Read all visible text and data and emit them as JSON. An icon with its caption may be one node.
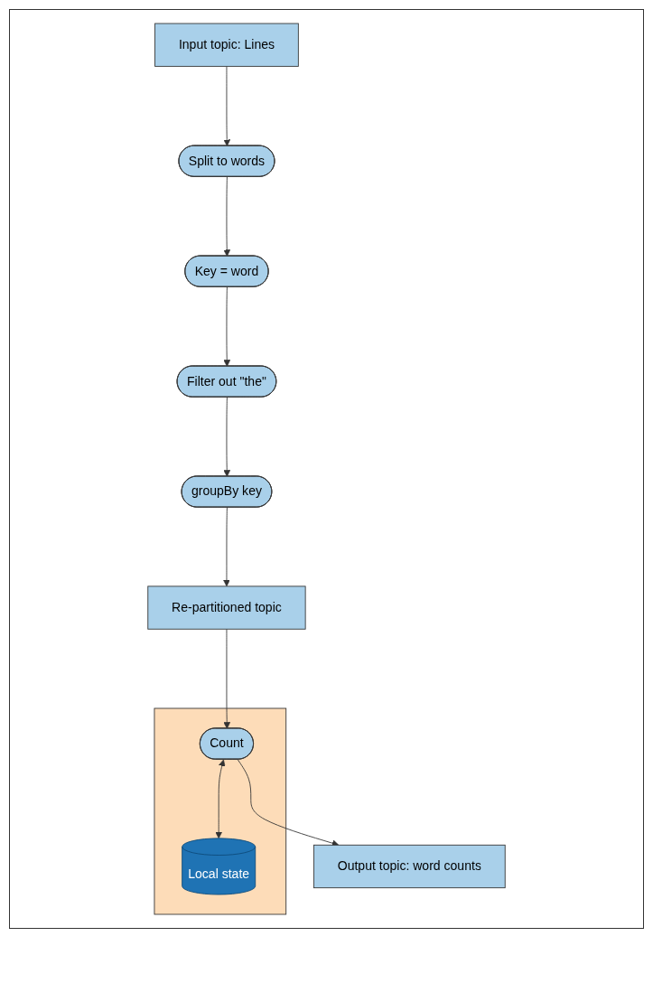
{
  "diagram": {
    "nodes": [
      {
        "text": [
          "Input topic: Lines"
        ]
      },
      {
        "text": [
          "Split to words"
        ]
      },
      {
        "text": [
          "Key = word"
        ]
      },
      {
        "text": [
          "Filter out \"the\""
        ]
      },
      {
        "text": [
          "groupBy key"
        ]
      },
      {
        "text": [
          "Re-partitioned topic"
        ]
      },
      {
        "text": [],
        "shape": "box"
      },
      {
        "text": [
          "Local state"
        ],
        "in": 6
      },
      {
        "text": [
          "Count"
        ],
        "in": 6
      },
      {
        "text": [
          "Output topic: word counts"
        ]
      }
    ],
    "edges": [
      {
        "from": 0,
        "to": 1,
        "arrow": "to"
      },
      {
        "from": 1,
        "to": 2,
        "arrow": "to"
      },
      {
        "from": 2,
        "to": 3,
        "arrow": "to"
      },
      {
        "from": 3,
        "to": 4,
        "arrow": "to"
      },
      {
        "from": 4,
        "to": 5,
        "arrow": "to"
      },
      {
        "from": 5,
        "to": 8,
        "arrow": "to"
      },
      {
        "from": 8,
        "to": 7,
        "arrow": "both"
      },
      {
        "from": 8,
        "to": 9,
        "arrow": "to"
      }
    ]
  }
}
